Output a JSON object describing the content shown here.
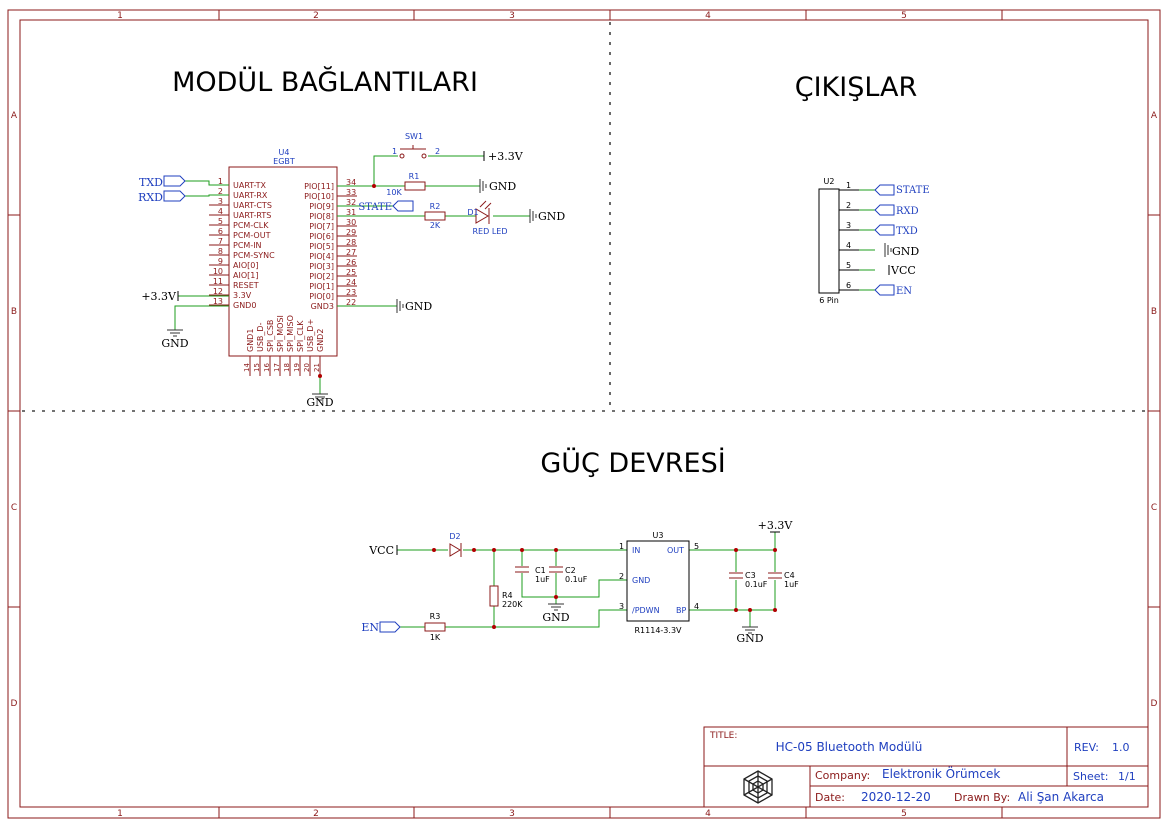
{
  "frame": {
    "columns": [
      "1",
      "2",
      "3",
      "4",
      "5"
    ],
    "rows": [
      "A",
      "B",
      "C",
      "D"
    ]
  },
  "sections": {
    "module": "MODÜL BAĞLANTILARI",
    "outputs": "ÇIKIŞLAR",
    "power": "GÜÇ DEVRESİ"
  },
  "u4": {
    "ref": "U4",
    "value": "EGBT",
    "left_pins": [
      {
        "num": "1",
        "name": "UART-TX"
      },
      {
        "num": "2",
        "name": "UART-RX"
      },
      {
        "num": "3",
        "name": "UART-CTS"
      },
      {
        "num": "4",
        "name": "UART-RTS"
      },
      {
        "num": "5",
        "name": "PCM-CLK"
      },
      {
        "num": "6",
        "name": "PCM-OUT"
      },
      {
        "num": "7",
        "name": "PCM-IN"
      },
      {
        "num": "8",
        "name": "PCM-SYNC"
      },
      {
        "num": "9",
        "name": "AIO[0]"
      },
      {
        "num": "10",
        "name": "AIO[1]"
      },
      {
        "num": "11",
        "name": "RESET"
      },
      {
        "num": "12",
        "name": "3.3V"
      },
      {
        "num": "13",
        "name": "GND0"
      }
    ],
    "right_pins": [
      {
        "num": "34",
        "name": "PIO[11]"
      },
      {
        "num": "33",
        "name": "PIO[10]"
      },
      {
        "num": "32",
        "name": "PIO[9]"
      },
      {
        "num": "31",
        "name": "PIO[8]"
      },
      {
        "num": "30",
        "name": "PIO[7]"
      },
      {
        "num": "29",
        "name": "PIO[6]"
      },
      {
        "num": "28",
        "name": "PIO[5]"
      },
      {
        "num": "27",
        "name": "PIO[4]"
      },
      {
        "num": "26",
        "name": "PIO[3]"
      },
      {
        "num": "25",
        "name": "PIO[2]"
      },
      {
        "num": "24",
        "name": "PIO[1]"
      },
      {
        "num": "23",
        "name": "PIO[0]"
      },
      {
        "num": "22",
        "name": "GND3"
      }
    ],
    "bottom_pins": [
      {
        "num": "14",
        "name": "GND1"
      },
      {
        "num": "15",
        "name": "USB_D-"
      },
      {
        "num": "16",
        "name": "SPI_CSB"
      },
      {
        "num": "17",
        "name": "SPI_MOSI"
      },
      {
        "num": "18",
        "name": "SPI_MISO"
      },
      {
        "num": "19",
        "name": "SPI_CLK"
      },
      {
        "num": "20",
        "name": "USB_D+"
      },
      {
        "num": "21",
        "name": "GND2"
      }
    ]
  },
  "nets": {
    "txd": "TXD",
    "rxd": "RXD",
    "state": "STATE",
    "en": "EN",
    "v33": "+3.3V",
    "gnd": "GND",
    "vcc": "VCC"
  },
  "parts": {
    "sw1": {
      "ref": "SW1",
      "pin1": "1",
      "pin2": "2"
    },
    "r1": {
      "ref": "R1",
      "value": "10K"
    },
    "r2": {
      "ref": "R2",
      "value": "2K"
    },
    "d1": {
      "ref": "D1",
      "value": "RED LED"
    },
    "d2": {
      "ref": "D2"
    },
    "r3": {
      "ref": "R3",
      "value": "1K"
    },
    "r4": {
      "ref": "R4",
      "value": "220K"
    },
    "c1": {
      "ref": "C1",
      "value": "1uF"
    },
    "c2": {
      "ref": "C2",
      "value": "0.1uF"
    },
    "c3": {
      "ref": "C3",
      "value": "0.1uF"
    },
    "c4": {
      "ref": "C4",
      "value": "1uF"
    }
  },
  "u2": {
    "ref": "U2",
    "value": "6 Pin",
    "pins": [
      {
        "num": "1",
        "net": "STATE"
      },
      {
        "num": "2",
        "net": "RXD"
      },
      {
        "num": "3",
        "net": "TXD"
      },
      {
        "num": "4",
        "net": "GND"
      },
      {
        "num": "5",
        "net": "VCC"
      },
      {
        "num": "6",
        "net": "EN"
      }
    ]
  },
  "u3": {
    "ref": "U3",
    "value": "R1114-3.3V",
    "pins": {
      "in_num": "1",
      "in": "IN",
      "gnd_num": "2",
      "gnd": "GND",
      "pdwn_num": "3",
      "pdwn": "/PDWN",
      "bp_num": "4",
      "bp": "BP",
      "out_num": "5",
      "out": "OUT"
    }
  },
  "title_block": {
    "title_label": "TITLE:",
    "title": "HC-05 Bluetooth Modülü",
    "rev_label": "REV:",
    "rev": "1.0",
    "company_label": "Company:",
    "company": "Elektronik Örümcek",
    "sheet_label": "Sheet:",
    "sheet": "1/1",
    "date_label": "Date:",
    "date": "2020-12-20",
    "drawn_label": "Drawn By:",
    "drawn_by": "Ali Şan Akarca",
    "logo": "spider-web-icon"
  },
  "colors": {
    "frame": "#8b1a1a",
    "wire": "#1e9e1e",
    "part": "#8b1a1a",
    "netflag": "#1f3fbf",
    "junction": "#b00000",
    "ground": "#555555",
    "text": "#000000",
    "title_text": "#1f3fbf"
  }
}
